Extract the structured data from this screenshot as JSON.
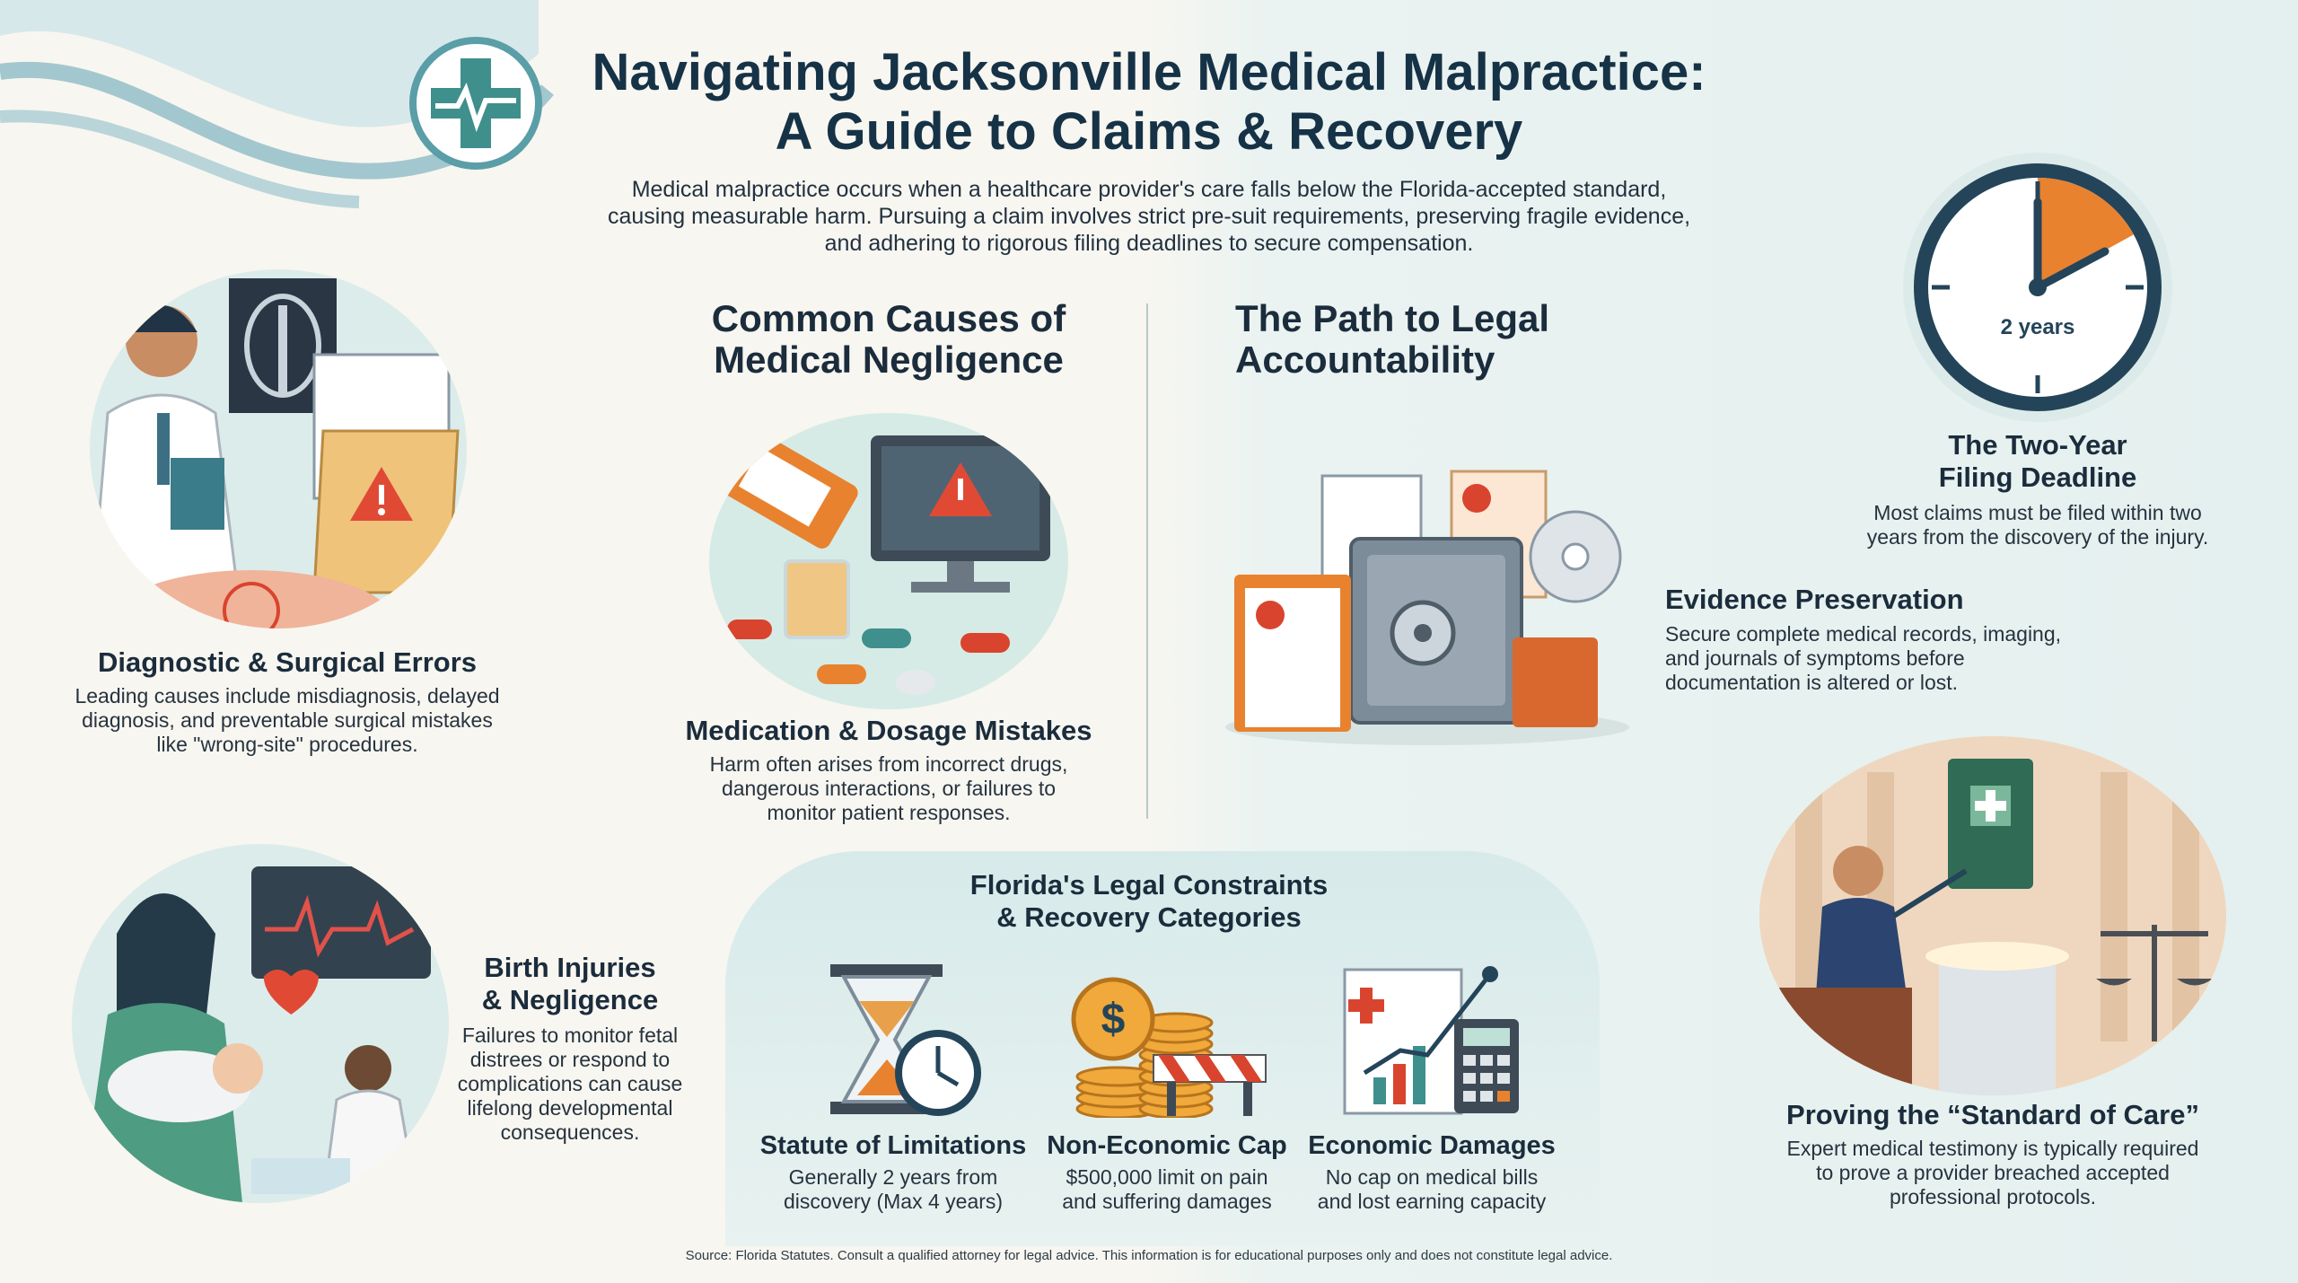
{
  "header": {
    "title_line1": "Navigating Jacksonville Medical Malpractice:",
    "title_line2": "A Guide to Claims & Recovery",
    "intro_line1": "Medical malpractice occurs when a healthcare provider's care falls below the Florida-accepted standard,",
    "intro_line2": "causing measurable harm. Pursuing a claim involves strict pre-suit requirements, preserving fragile evidence,",
    "intro_line3": "and adhering to rigorous filing deadlines to secure compensation."
  },
  "causes": {
    "heading_line1": "Common Causes of",
    "heading_line2": "Medical Negligence",
    "diagnostic": {
      "title": "Diagnostic & Surgical Errors",
      "line1": "Leading causes include misdiagnosis, delayed",
      "line2": "diagnosis, and preventable surgical mistakes",
      "line3": "like \"wrong-site\" procedures."
    },
    "medication": {
      "title": "Medication & Dosage Mistakes",
      "line1": "Harm often arises from incorrect drugs,",
      "line2": "dangerous interactions, or failures to",
      "line3": "monitor patient responses."
    },
    "birth": {
      "title_line1": "Birth Injuries",
      "title_line2": "& Negligence",
      "line1": "Failures to monitor fetal",
      "line2": "distrees or respond to",
      "line3": "complications can cause",
      "line4": "lifelong developmental",
      "line5": "consequences."
    }
  },
  "path": {
    "heading_line1": "The Path to Legal",
    "heading_line2": "Accountability",
    "deadline": {
      "clock_label": "2 years",
      "progress_fraction": 0.17,
      "title_line1": "The Two-Year",
      "title_line2": "Filing Deadline",
      "line1": "Most claims must be filed within two",
      "line2": "years from the discovery of the injury."
    },
    "evidence": {
      "title": "Evidence Preservation",
      "line1": "Secure complete medical records, imaging,",
      "line2": "and journals of symptoms before",
      "line3": "documentation is altered or lost."
    },
    "standard": {
      "title": "Proving the “Standard of Care”",
      "line1": "Expert medical testimony is typically required",
      "line2": "to prove a provider breached accepted",
      "line3": "professional protocols."
    }
  },
  "florida": {
    "heading_line1": "Florida's Legal Constraints",
    "heading_line2": "& Recovery Categories",
    "statute": {
      "title": "Statute of Limitations",
      "line1": "Generally 2 years from",
      "line2": "discovery (Max 4 years)"
    },
    "noneconomic": {
      "title": "Non-Economic Cap",
      "line1": "$500,000 limit on pain",
      "line2": "and suffering damages"
    },
    "economic": {
      "title": "Economic Damages",
      "line1": "No cap on medical bills",
      "line2": "and lost earning capacity"
    }
  },
  "source": "Source: Florida Statutes. Consult a qualified attorney for legal advice. This information is for educational purposes only and does not constitute legal advice.",
  "icons": {
    "logo": "medical-cross-heartbeat-icon",
    "diagnostic": "doctor-xray-folder-warning-icon",
    "medication": "pill-bottle-monitor-warning-icon",
    "birth": "mother-baby-heart-monitor-icon",
    "clock": "clock-icon",
    "evidence": "safe-documents-icon",
    "standard": "courtroom-expert-book-icon",
    "hourglass": "hourglass-clock-icon",
    "coins": "coins-barrier-icon",
    "chart": "chart-calculator-icon"
  },
  "colors": {
    "navy": "#163246",
    "teal": "#3f8f8c",
    "orange": "#e8822f",
    "red": "#d9442e"
  }
}
